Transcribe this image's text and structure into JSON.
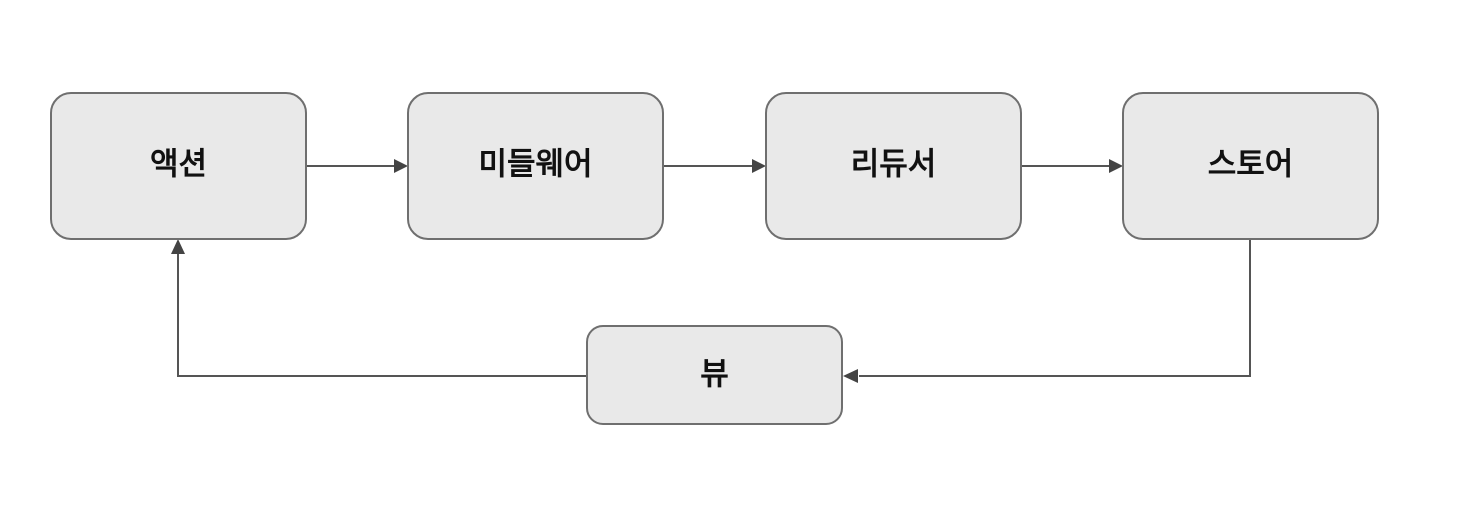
{
  "diagram": {
    "nodes": {
      "action": {
        "label": "액션"
      },
      "middleware": {
        "label": "미들웨어"
      },
      "reducer": {
        "label": "리듀서"
      },
      "store": {
        "label": "스토어"
      },
      "view": {
        "label": "뷰"
      }
    },
    "edges": [
      {
        "from": "action",
        "to": "middleware"
      },
      {
        "from": "middleware",
        "to": "reducer"
      },
      {
        "from": "reducer",
        "to": "store"
      },
      {
        "from": "store",
        "to": "view"
      },
      {
        "from": "view",
        "to": "action"
      }
    ],
    "colors": {
      "node_fill": "#e9e9e9",
      "node_border": "#6f6f6f",
      "edge": "#555555"
    }
  }
}
